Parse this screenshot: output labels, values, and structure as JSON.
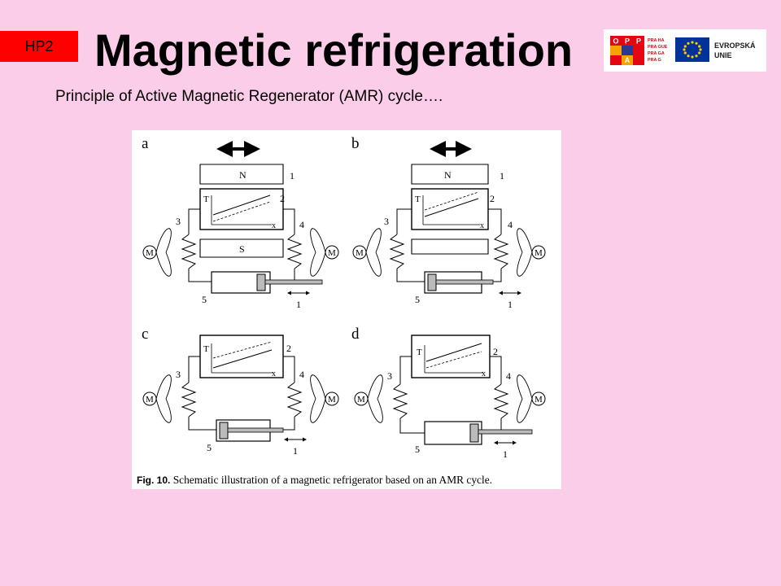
{
  "badge": "HP2",
  "title": "Magnetic refrigeration",
  "subtitle": "Principle of Active Magnetic Regenerator (AMR) cycle….",
  "logos": {
    "opp_letters": [
      "O",
      "P",
      "P",
      "A"
    ],
    "praha_lines": [
      "PRA HA",
      "PRA GUE",
      "PRA GA",
      "PRA G"
    ],
    "eu_text_line1": "EVROPSKÁ",
    "eu_text_line2": "UNIE"
  },
  "figure": {
    "caption_label": "Fig. 10.",
    "caption_text": "Schematic illustration of a magnetic refrigerator based on an AMR cycle.",
    "panels": [
      {
        "letter": "a",
        "magnet_top": "N",
        "magnet_bottom": "S"
      },
      {
        "letter": "b",
        "magnet_top": "N",
        "magnet_bottom": ""
      },
      {
        "letter": "c",
        "magnet_top": "",
        "magnet_bottom": ""
      },
      {
        "letter": "d",
        "magnet_top": "",
        "magnet_bottom": ""
      }
    ],
    "labels": {
      "magnet": "1",
      "regenerator": "2",
      "hx_left": "3",
      "hx_right": "4",
      "cylinder": "5",
      "piston_motion": "1",
      "motor": "M",
      "axis_t": "T",
      "axis_x": "x"
    }
  }
}
